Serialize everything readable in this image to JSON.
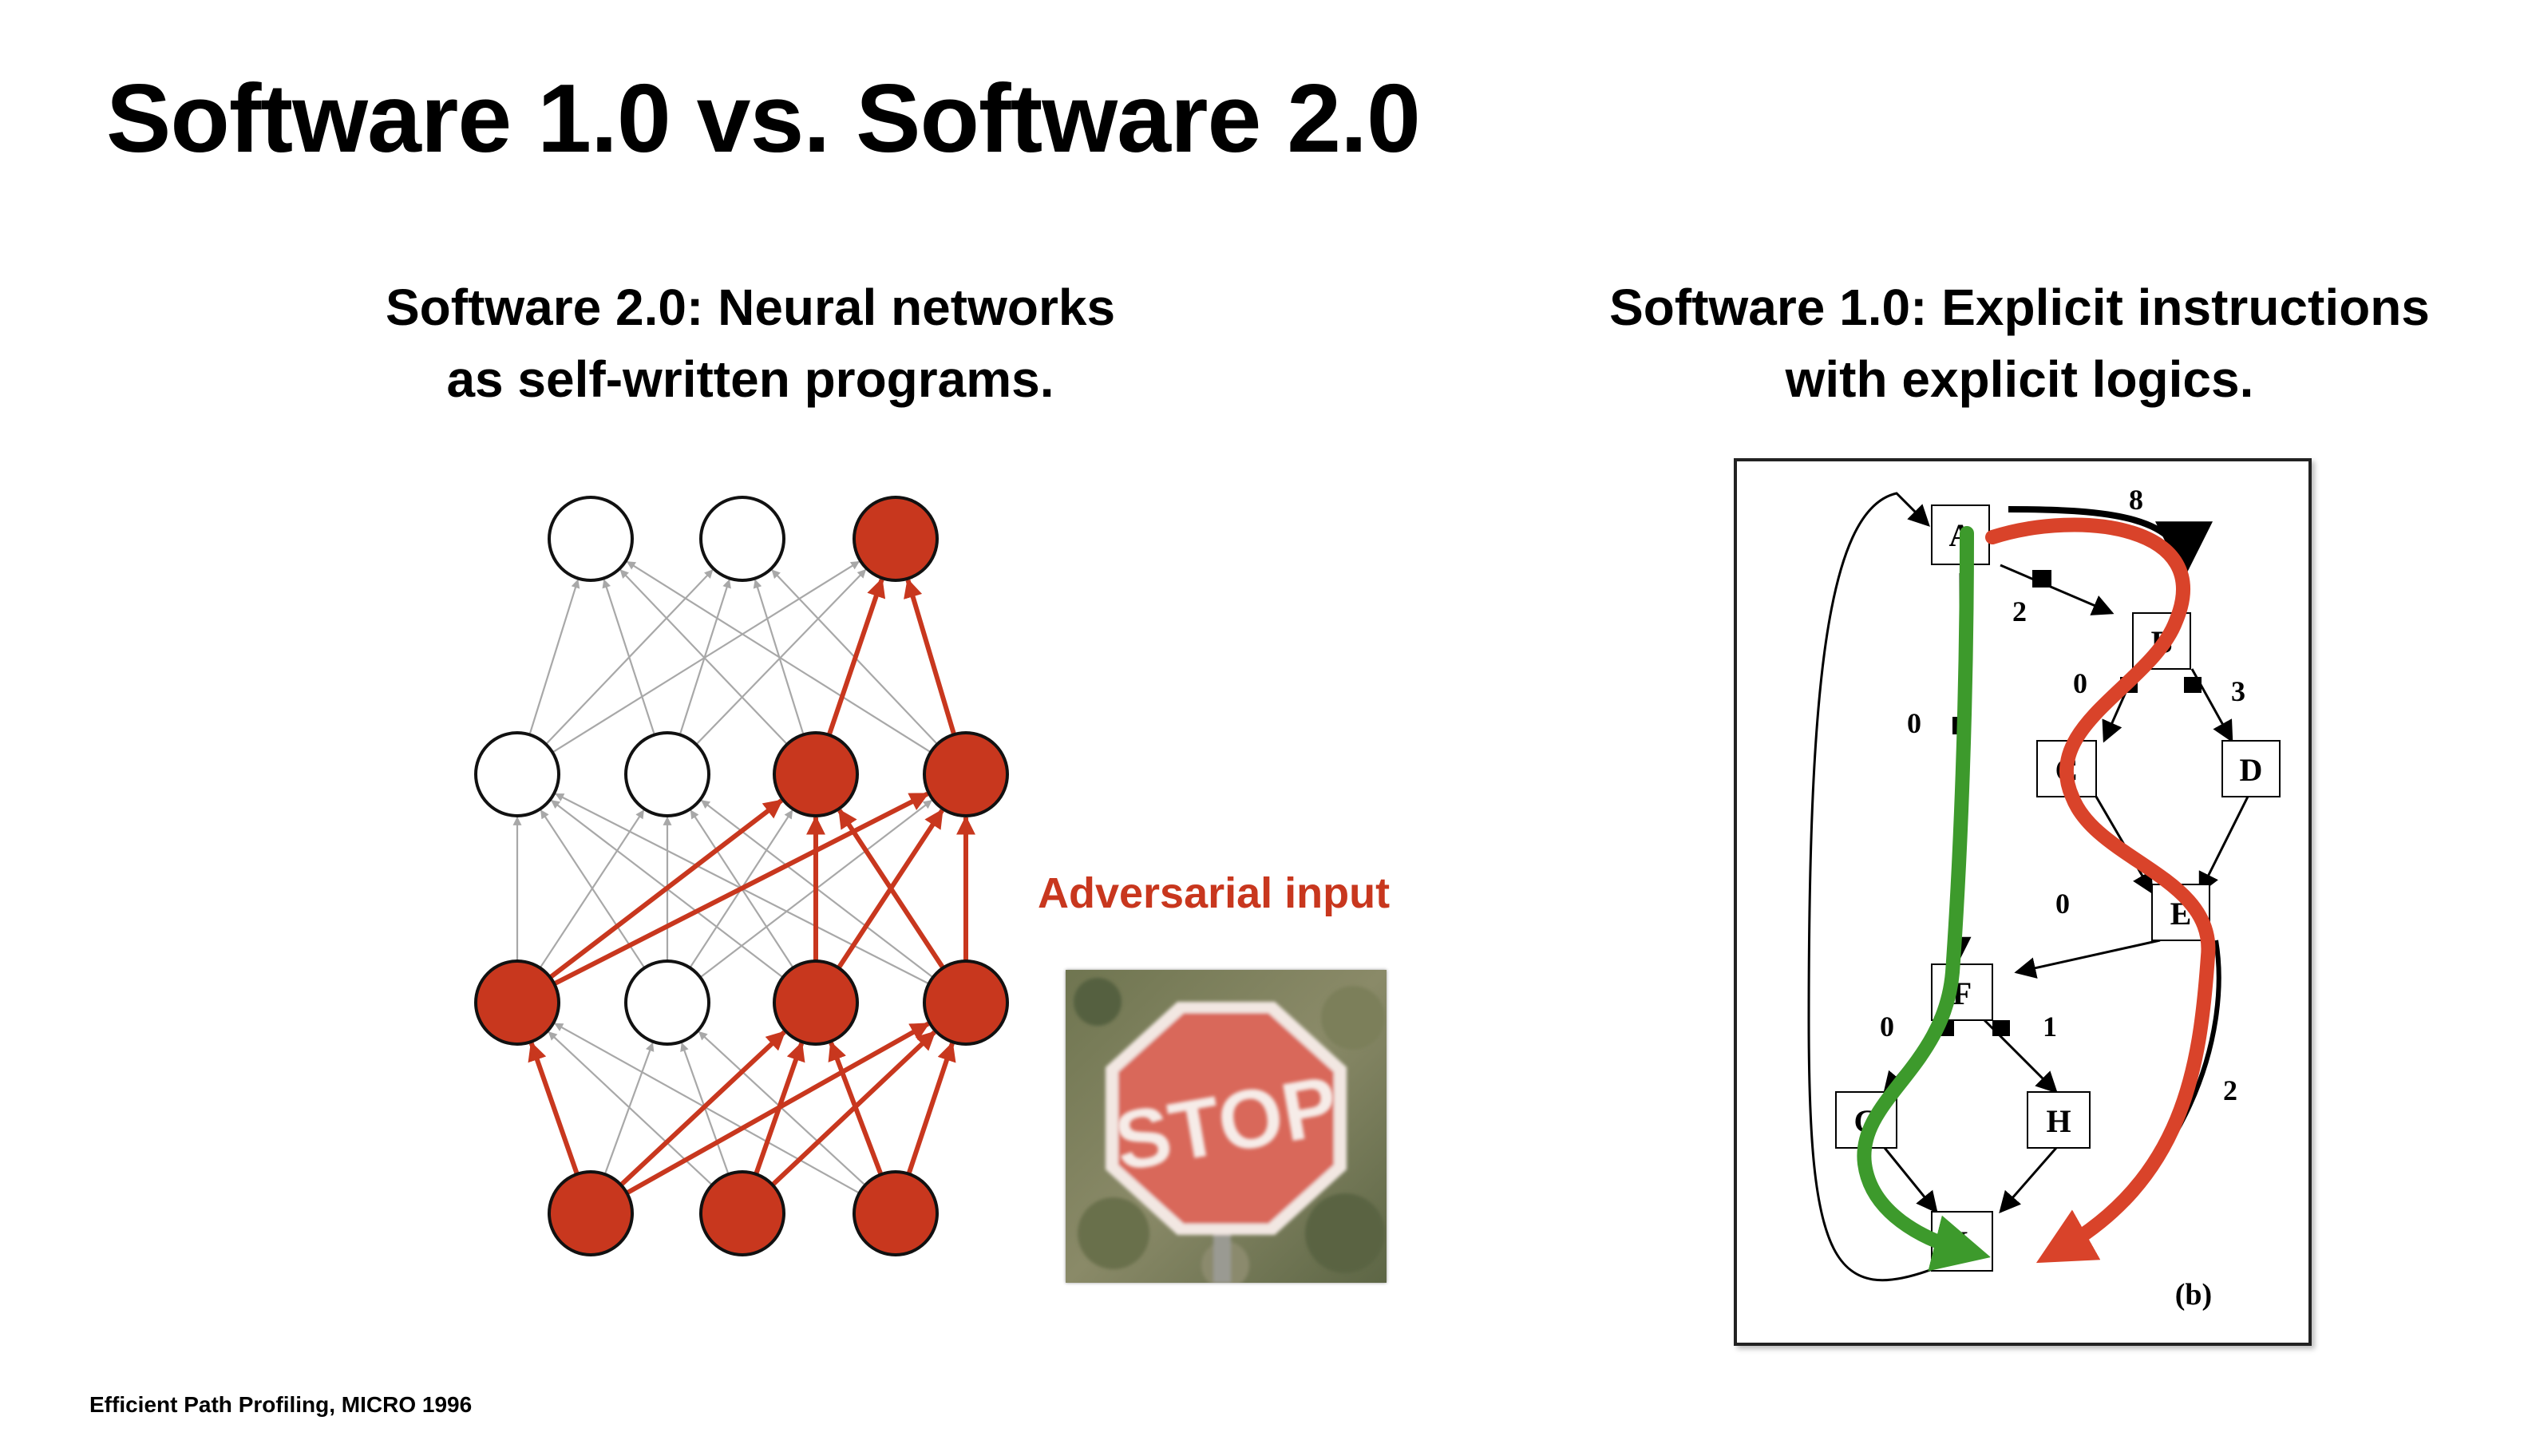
{
  "title": "Software 1.0 vs. Software 2.0",
  "left_panel": {
    "subtitle_line1": "Software 2.0: Neural networks",
    "subtitle_line2": "as self-written programs.",
    "adversarial_label": "Adversarial input",
    "stop_sign_text": "STOP"
  },
  "right_panel": {
    "subtitle_line1": "Software 1.0: Explicit instructions",
    "subtitle_line2": "with explicit logics.",
    "figure_caption": "(b)",
    "node_labels": [
      "A",
      "B",
      "C",
      "D",
      "E",
      "F",
      "G",
      "H",
      "I"
    ],
    "edge_labels": [
      "8",
      "2",
      "0",
      "3",
      "0",
      "0",
      "0",
      "1",
      "2"
    ]
  },
  "footnote": "Efficient Path Profiling, MICRO 1996",
  "colors": {
    "accent_red": "#c8371e",
    "path_green": "#3d9a2c",
    "path_red": "#d9432a",
    "edge_gray": "#a8a8a8"
  }
}
